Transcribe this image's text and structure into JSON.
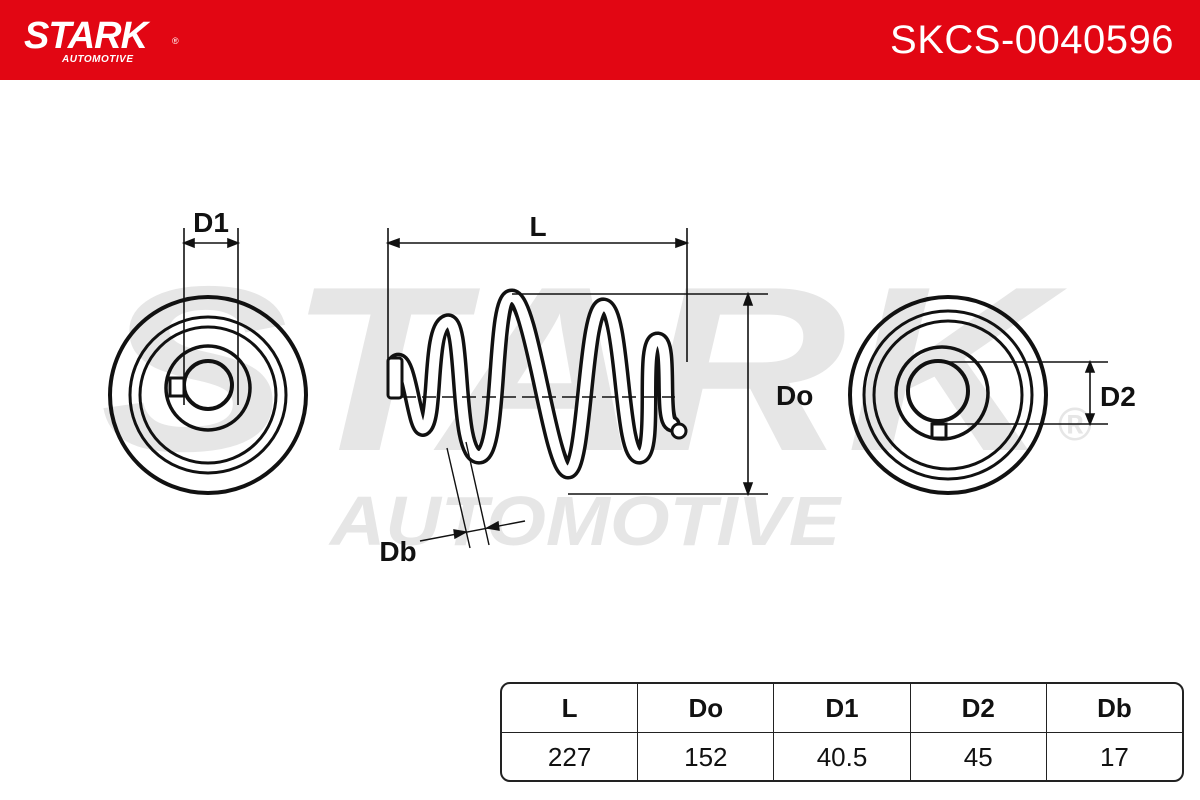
{
  "header": {
    "brand": "STARK",
    "brand_reg": "®",
    "brand_sub": "AUTOMOTIVE",
    "part_number": "SKCS-0040596",
    "background_color": "#e20613"
  },
  "watermark": {
    "brand": "STARK",
    "sub": "AUTOMOTIVE",
    "reg": "®"
  },
  "diagram": {
    "labels": {
      "d1": "D1",
      "l": "L",
      "do": "Do",
      "d2": "D2",
      "db": "Db"
    }
  },
  "spec_table": {
    "headers": [
      "L",
      "Do",
      "D1",
      "D2",
      "Db"
    ],
    "values": [
      "227",
      "152",
      "40.5",
      "45",
      "17"
    ]
  }
}
